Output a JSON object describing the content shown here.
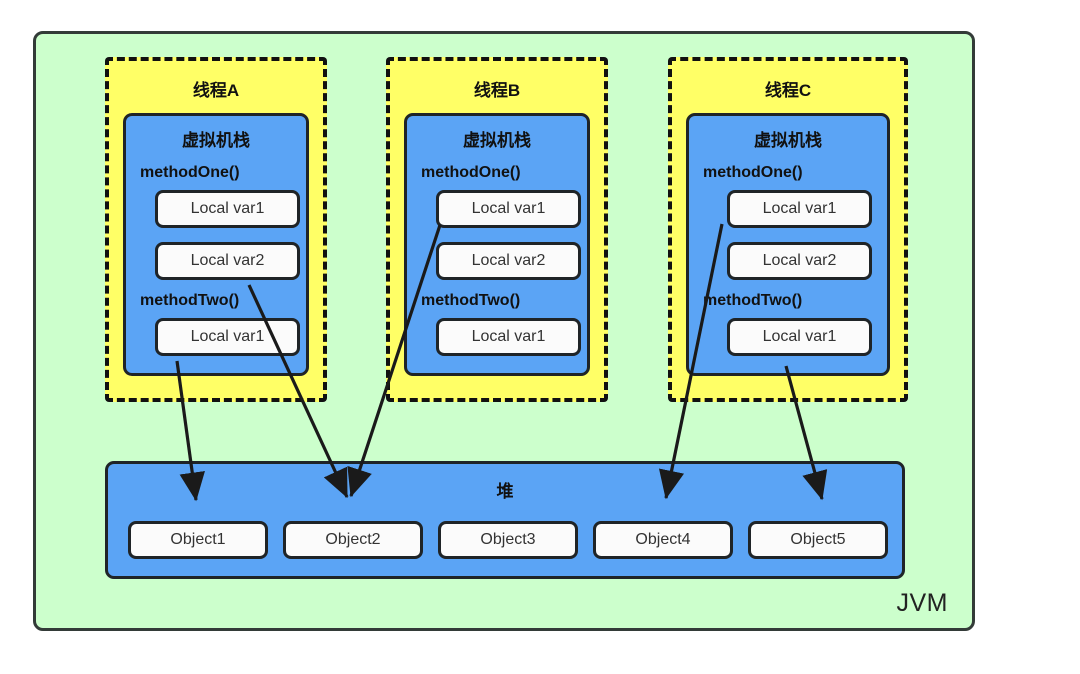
{
  "diagram": {
    "container_label": "JVM",
    "background_color": "#ccffcc",
    "thread_color": "#ffff66",
    "stack_color": "#5ba4f5",
    "box_color": "#fbfbfb",
    "stroke_color": "#1f2427"
  },
  "threads": [
    {
      "title": "线程A",
      "stack_title": "虚拟机栈",
      "methods": [
        {
          "name": "methodOne()",
          "vars": [
            "Local var1",
            "Local var2"
          ]
        },
        {
          "name": "methodTwo()",
          "vars": [
            "Local var1"
          ]
        }
      ]
    },
    {
      "title": "线程B",
      "stack_title": "虚拟机栈",
      "methods": [
        {
          "name": "methodOne()",
          "vars": [
            "Local var1",
            "Local var2"
          ]
        },
        {
          "name": "methodTwo()",
          "vars": [
            "Local var1"
          ]
        }
      ]
    },
    {
      "title": "线程C",
      "stack_title": "虚拟机栈",
      "methods": [
        {
          "name": "methodOne()",
          "vars": [
            "Local var1",
            "Local var2"
          ]
        },
        {
          "name": "methodTwo()",
          "vars": [
            "Local var1"
          ]
        }
      ]
    }
  ],
  "heap": {
    "title": "堆",
    "objects": [
      "Object1",
      "Object2",
      "Object3",
      "Object4",
      "Object5"
    ]
  },
  "references": [
    {
      "from": "线程A.methodTwo().Local var1",
      "to": "Object1"
    },
    {
      "from": "线程A.methodOne().Local var2",
      "to": "Object2"
    },
    {
      "from": "线程B.methodOne().Local var1",
      "to": "Object2"
    },
    {
      "from": "线程C.methodOne().Local var1",
      "to": "Object4"
    },
    {
      "from": "线程C.methodTwo().Local var1",
      "to": "Object5"
    }
  ]
}
